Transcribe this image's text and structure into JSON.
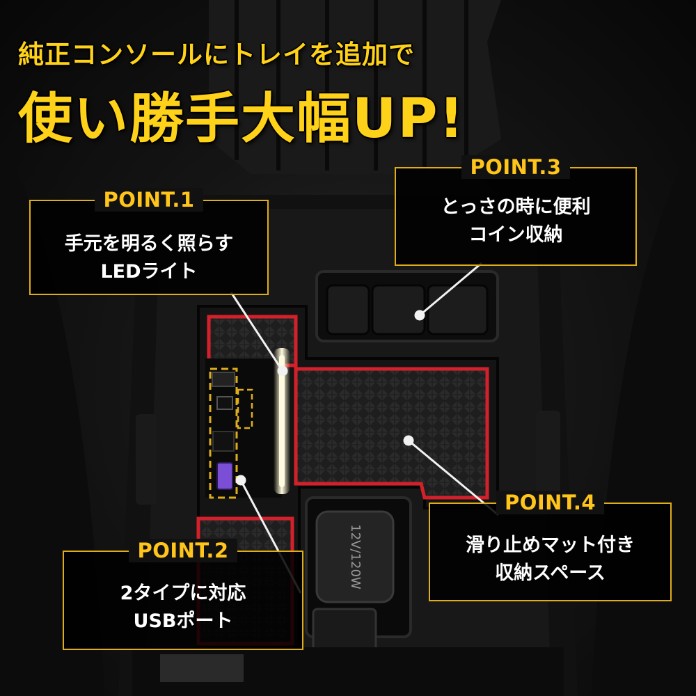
{
  "headline": {
    "sub": "純正コンソールにトレイを追加で",
    "main": "使い勝手大幅UP!"
  },
  "callouts": [
    {
      "tag": "POINT.1",
      "line1": "手元を明るく照らす",
      "line2": "LEDライト"
    },
    {
      "tag": "POINT.2",
      "line1": "2タイプに対応",
      "line2": "USBポート"
    },
    {
      "tag": "POINT.3",
      "line1": "とっさの時に便利",
      "line2": "コイン収納"
    },
    {
      "tag": "POINT.4",
      "line1": "滑り止めマット付き",
      "line2": "収納スペース"
    }
  ],
  "product": {
    "charger_label": "12V/120W"
  },
  "colors": {
    "accent": "#ffd21a",
    "frame": "#e0ad1a",
    "trim_red": "#d4202a",
    "led": "#fffbe0"
  }
}
